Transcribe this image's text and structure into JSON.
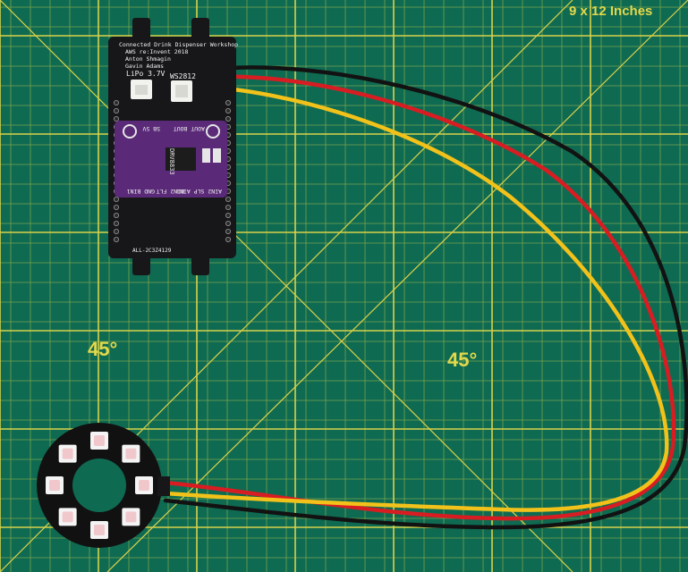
{
  "mat": {
    "size_label": "9 x 12 Inches",
    "angle_label": "45°",
    "colors": {
      "mat": "#0f6a52",
      "grid_major": "#d9d24a",
      "grid_minor": "#8fb04a"
    }
  },
  "board": {
    "silkscreen_lines": [
      "Connected Drink Dispenser Workshop",
      "AWS re:Invent 2018",
      "Anton Shmagin",
      "Gavin Adams"
    ],
    "connector_left_label": "LiPo 3.7V",
    "connector_right_label": "WS2812",
    "part_number": "ALL-2C3Z4129",
    "colors": {
      "pcb": "#17171a",
      "connector": "#f2f2ee"
    }
  },
  "driver": {
    "top_pins_left": "5B 5V",
    "top_pins_right": "AOUT BOUT",
    "chip_text": "DRV8833",
    "bottom_pins_left": "GND  BIN1",
    "bottom_pins_middle": "BIN2  FLT",
    "bottom_pins_right": "AIN2  SLP  AIN1",
    "colors": {
      "board": "#5a2a78"
    }
  },
  "led_ring": {
    "led_count": 8,
    "colors": {
      "ring": "#111111",
      "led_glow": "#f0c8cc"
    }
  },
  "wires": {
    "colors": {
      "red": "#d81d22",
      "black": "#121212",
      "yellow": "#f2c21a"
    }
  }
}
